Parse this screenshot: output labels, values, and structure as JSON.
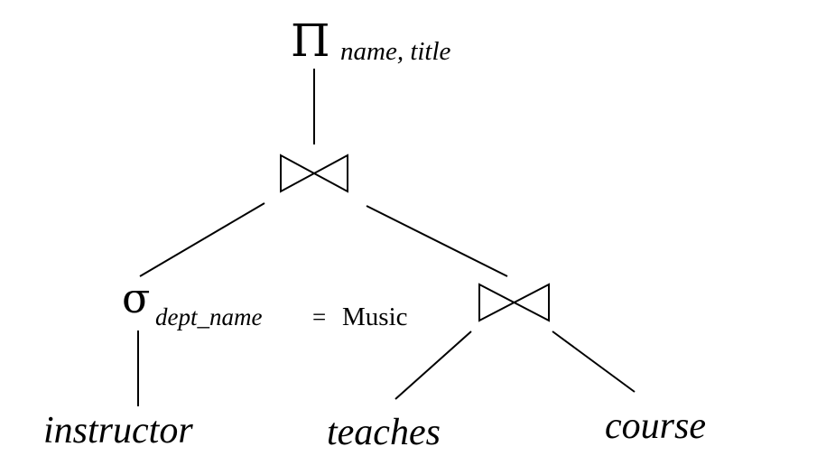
{
  "projection": {
    "symbol": "Π",
    "attributes": "name, title"
  },
  "top_join": {
    "symbol": "join-bowtie"
  },
  "selection": {
    "symbol": "σ",
    "condition_attribute": "dept_name",
    "condition_operator": "=",
    "condition_value": "Music"
  },
  "right_join": {
    "symbol": "join-bowtie"
  },
  "relations": {
    "instructor": "instructor",
    "teaches": "teaches",
    "course": "course"
  }
}
